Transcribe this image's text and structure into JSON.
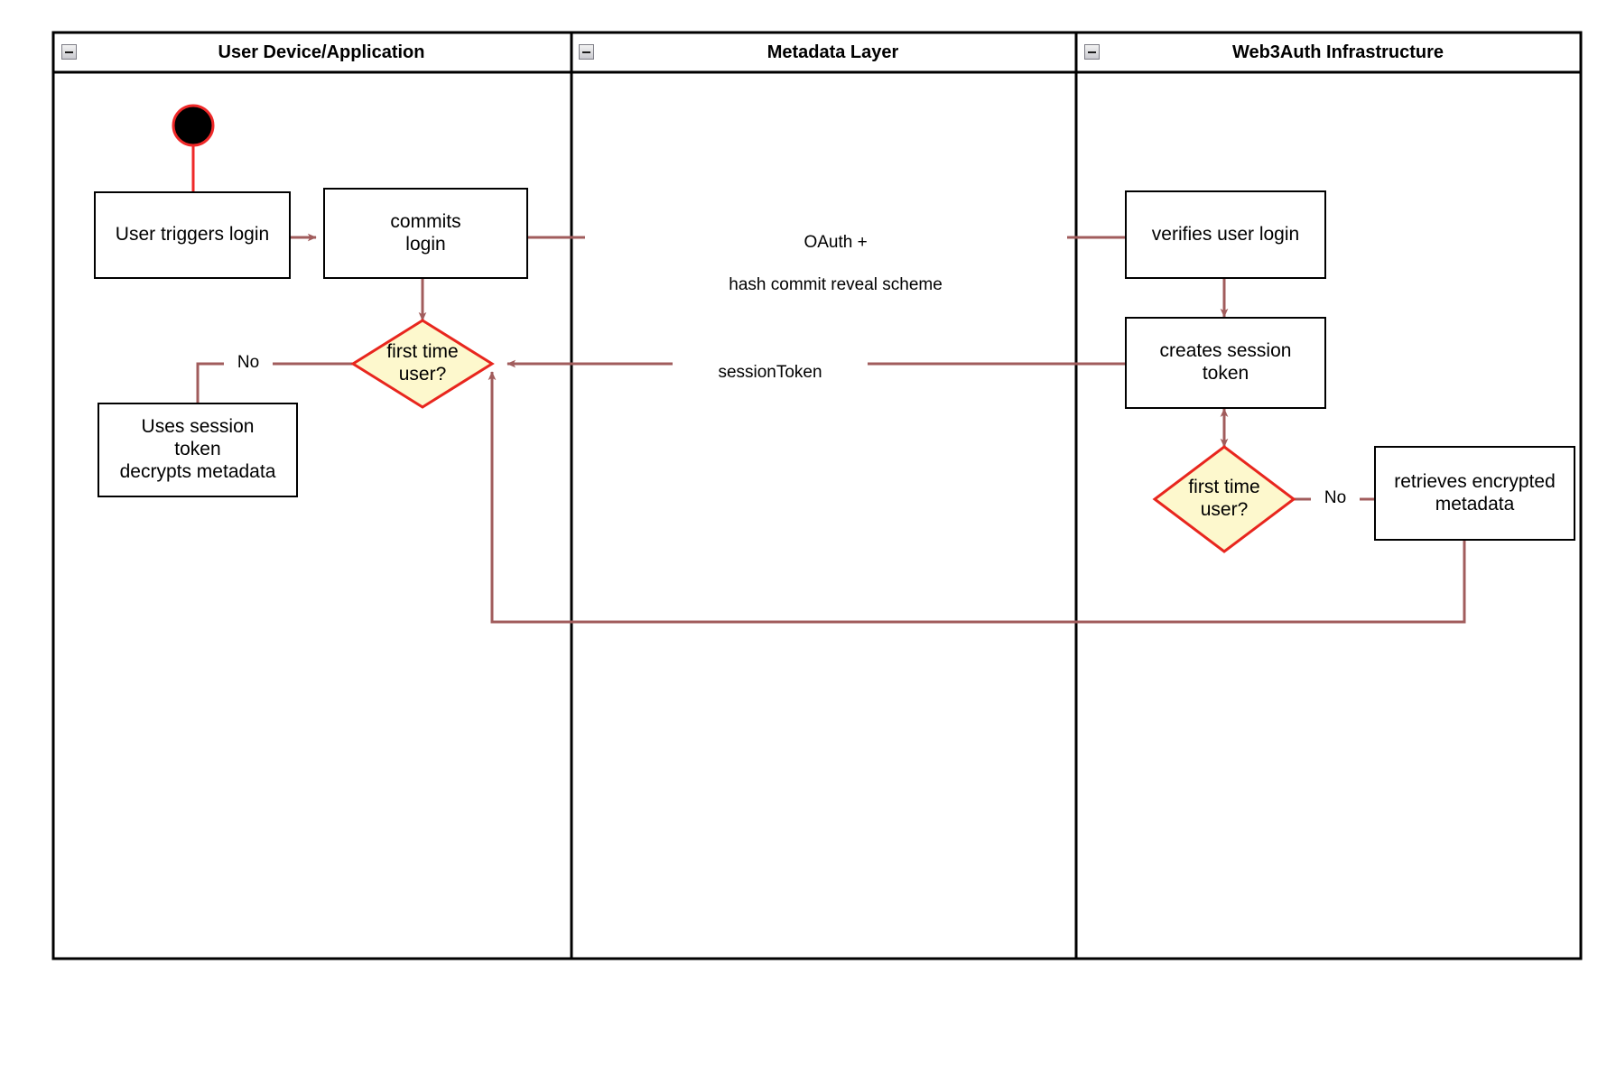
{
  "diagram": {
    "title_icon": "collapse-minus-icon",
    "lanes": [
      {
        "name": "lane-user-device",
        "label": "User Device/Application",
        "icon": "collapse-minus-icon"
      },
      {
        "name": "lane-metadata",
        "label": "Metadata Layer",
        "icon": "collapse-minus-icon"
      },
      {
        "name": "lane-web3auth",
        "label": "Web3Auth Infrastructure",
        "icon": "collapse-minus-icon"
      }
    ],
    "nodes": [
      {
        "id": "start",
        "type": "initial-node",
        "label": ""
      },
      {
        "id": "user-triggers-login",
        "type": "activity",
        "label": "User triggers login"
      },
      {
        "id": "commits-login",
        "type": "activity",
        "label": "commits\nlogin"
      },
      {
        "id": "first-time-user-left",
        "type": "decision",
        "label": "first time\nuser?"
      },
      {
        "id": "uses-session-token",
        "type": "activity",
        "label": "Uses session\ntoken\ndecrypts metadata"
      },
      {
        "id": "verifies-user-login",
        "type": "activity",
        "label": "verifies user login"
      },
      {
        "id": "creates-session-token",
        "type": "activity",
        "label": "creates session\ntoken"
      },
      {
        "id": "first-time-user-right",
        "type": "decision",
        "label": "first time\nuser?"
      },
      {
        "id": "retrieves-encrypted-metadata",
        "type": "activity",
        "label": "retrieves encrypted\nmetadata"
      }
    ],
    "node_labels": {
      "user_triggers_login": "User triggers login",
      "commits_login_l1": "commits",
      "commits_login_l2": "login",
      "first_time_user_left_l1": "first time",
      "first_time_user_left_l2": "user?",
      "uses_session_l1": "Uses session",
      "uses_session_l2": "token",
      "uses_session_l3": "decrypts metadata",
      "verifies_user_login": "verifies user login",
      "creates_session_l1": "creates session",
      "creates_session_l2": "token",
      "first_time_user_right_l1": "first time",
      "first_time_user_right_l2": "user?",
      "retrieves_l1": "retrieves encrypted",
      "retrieves_l2": "metadata"
    },
    "edge_labels": {
      "oauth_line1": "OAuth +",
      "oauth_line2": "hash commit reveal scheme",
      "session_token": "sessionToken",
      "no_left": "No",
      "no_right": "No"
    },
    "colors": {
      "edge": "#a15c5c",
      "decision_fill": "#fdf8cd",
      "decision_stroke": "#e8261e",
      "node_stroke": "#000000",
      "node_fill": "#ffffff",
      "lane_border": "#000000",
      "start_fill": "#000000",
      "start_stroke": "#ef2929",
      "text": "#000000",
      "background": "#ffffff"
    }
  }
}
